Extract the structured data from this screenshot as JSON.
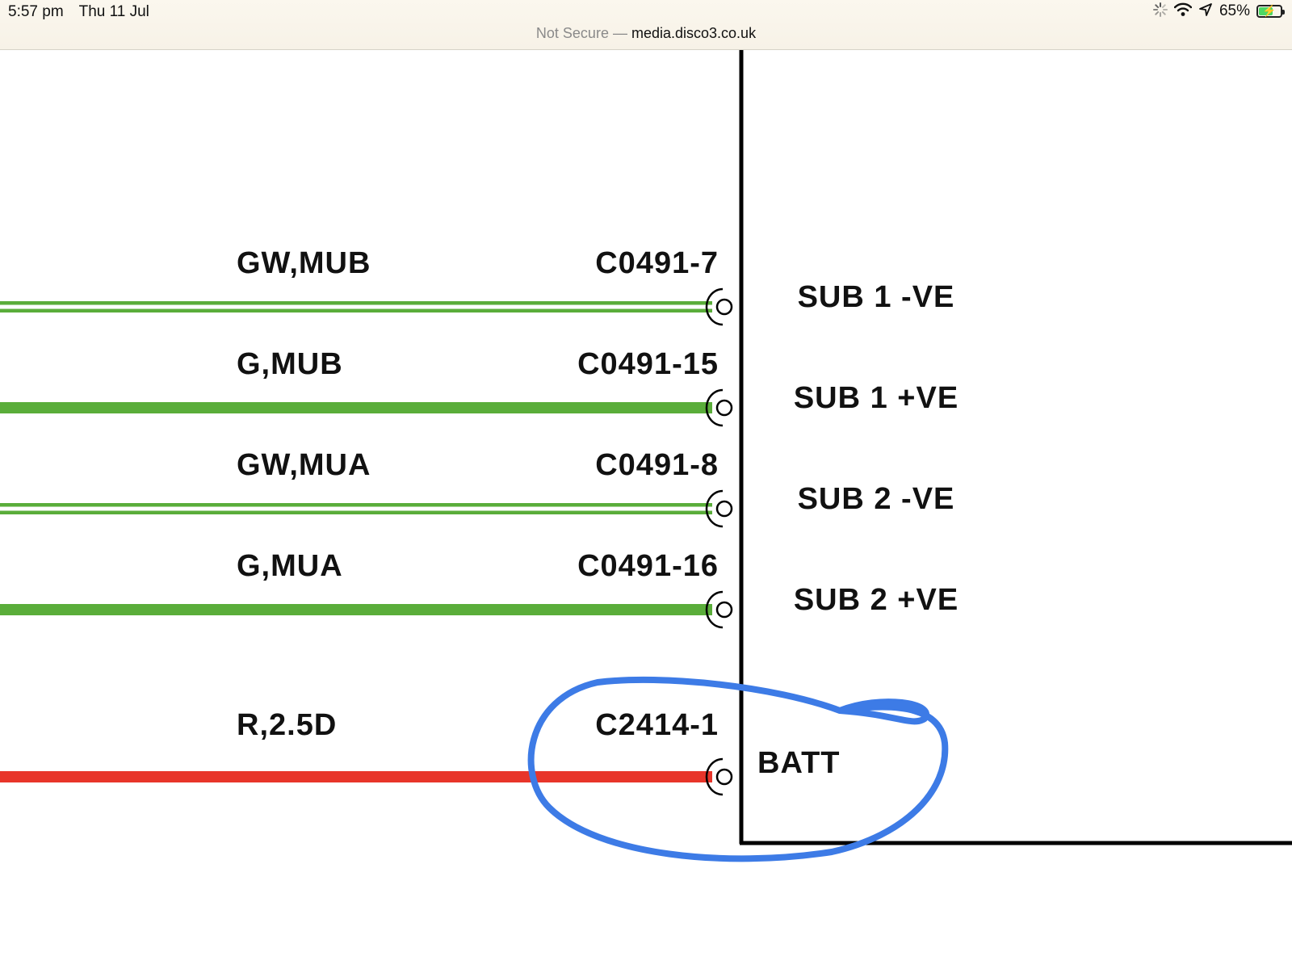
{
  "status_bar": {
    "time": "5:57 pm",
    "date": "Thu 11 Jul",
    "battery_percent": "65%",
    "battery_level": 0.65,
    "icons": [
      "activity-spinner-icon",
      "wifi-icon",
      "location-arrow-icon",
      "battery-charging-icon"
    ]
  },
  "address_bar": {
    "security_label": "Not Secure",
    "separator": "—",
    "domain": "media.disco3.co.uk"
  },
  "colors": {
    "wire_green": "#5aad3a",
    "wire_red": "#e8352a",
    "annotation_blue": "#3d7be6",
    "line_black": "#000000"
  },
  "wires": [
    {
      "code": "GW,MUB",
      "connector": "C0491-7",
      "pin": "SUB 1 -VE",
      "style": "green-white"
    },
    {
      "code": "G,MUB",
      "connector": "C0491-15",
      "pin": "SUB 1 +VE",
      "style": "green"
    },
    {
      "code": "GW,MUA",
      "connector": "C0491-8",
      "pin": "SUB 2 -VE",
      "style": "green-white"
    },
    {
      "code": "G,MUA",
      "connector": "C0491-16",
      "pin": "SUB 2 +VE",
      "style": "green"
    },
    {
      "code": "R,2.5D",
      "connector": "C2414-1",
      "pin": "BATT",
      "style": "red"
    }
  ]
}
